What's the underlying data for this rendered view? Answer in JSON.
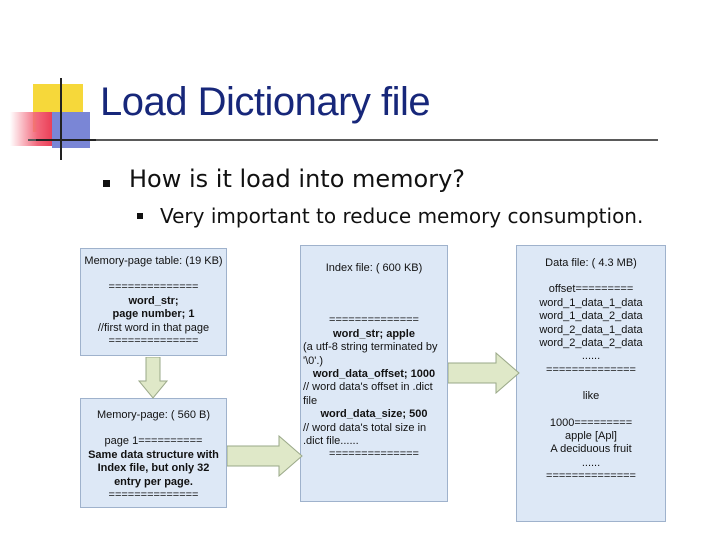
{
  "slide": {
    "title": "Load Dictionary file",
    "bullet_1": "How is it load into memory?",
    "bullet_1_1": "Very important to reduce memory consumption."
  },
  "colors": {
    "title": "#17277a",
    "box_fill": "#dde8f6",
    "box_border": "#9fb2cc",
    "arrow_fill": "#dfe8c8",
    "accent_yellow": "#f6d83a",
    "accent_red": "#e8354e",
    "accent_blue": "#7a86d6"
  },
  "boxes": {
    "memory_page_table": {
      "lines": [
        "Memory-page table: (19 KB)",
        "==============",
        "word_str;",
        "page number;  1",
        "//first word in that page",
        "=============="
      ]
    },
    "memory_page": {
      "lines": [
        "Memory-page: ( 560 B)",
        "page 1==========",
        "Same data structure with",
        "Index file, but only 32",
        "entry per page.",
        "=============="
      ]
    },
    "index_file": {
      "lines": [
        "Index file: ( 600 KB)",
        "==============",
        "word_str;  apple",
        "(a utf-8 string terminated by",
        "'\\0'.)",
        "word_data_offset; 1000",
        "// word data's offset in .dict",
        "file",
        "word_data_size;  500",
        "// word data's total size in",
        ".dict file......",
        "=============="
      ]
    },
    "data_file": {
      "lines": [
        "Data file: ( 4.3 MB)",
        "offset=========",
        "word_1_data_1_data",
        "word_1_data_2_data",
        "word_2_data_1_data",
        "word_2_data_2_data",
        "......",
        "==============",
        "like",
        "1000=========",
        "apple [Apl]",
        "A deciduous fruit",
        "......",
        "=============="
      ]
    }
  }
}
